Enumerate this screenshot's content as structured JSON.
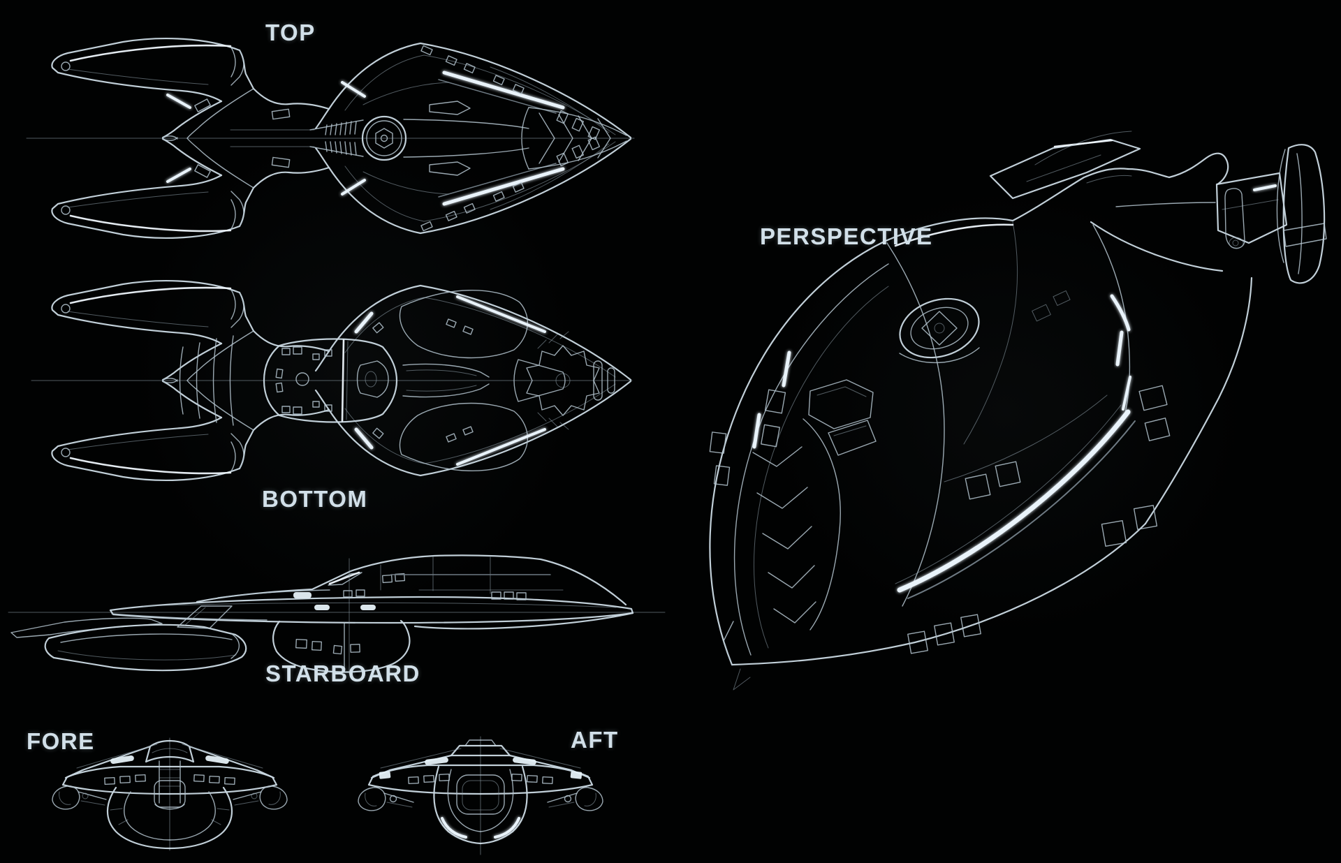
{
  "sheet": {
    "background_color": "#000000",
    "line_color": "#c9d7e1",
    "accent_color": "#e9f3fa",
    "label_color": "#d2e0e9",
    "subject": "starship line-art blueprint"
  },
  "views": {
    "top": {
      "label": "TOP"
    },
    "perspective": {
      "label": "PERSPECTIVE"
    },
    "bottom": {
      "label": "BOTTOM"
    },
    "starboard": {
      "label": "STARBOARD"
    },
    "fore": {
      "label": "FORE"
    },
    "aft": {
      "label": "AFT"
    }
  }
}
